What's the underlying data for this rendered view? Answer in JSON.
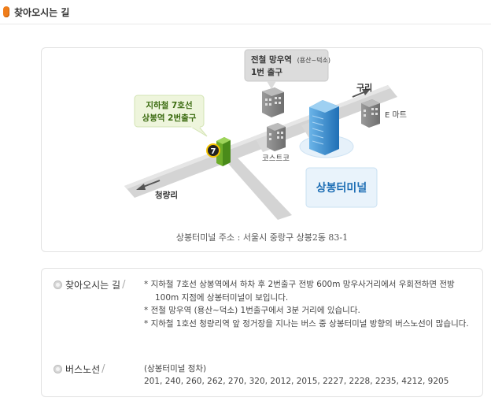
{
  "header": {
    "title": "찾아오시는 길"
  },
  "map": {
    "callout_subway7_line1": "지하철 7호선",
    "callout_subway7_line2": "상봉역 2번출구",
    "callout_rail_line1_main": "전철 망우역",
    "callout_rail_line1_small": "(용산~덕소)",
    "callout_rail_line2": "1번 출구",
    "station_number": "7",
    "label_guri": "구리",
    "label_emart": "E 마트",
    "label_costco": "코스트코",
    "label_cheongnyangni": "청량리",
    "terminal_label": "상봉터미널",
    "address": "상봉터미널 주소 : 서울시 중랑구 상봉2동 83-1"
  },
  "info": {
    "directions_label": "찾아오시는 길",
    "bus_label": "버스노선",
    "directions": [
      "* 지하철 7호선 상봉역에서 하차 후 2번출구 전방 600m  망우사거리에서 우회전하면 전방 100m 지점에 상봉터미널이 보입니다.",
      "* 전철 망우역 (용산~덕소) 1번출구에서 3분 거리에 있습니다.",
      "* 지하철 1호선 청량리역 앞 정거장을 지나는 버스 중 상봉터미널 방향의 버스노선이 많습니다."
    ],
    "bus_title": "(상봉터미널 정차)",
    "bus_routes": "201, 240, 260, 262, 270, 320, 2012, 2015, 2227, 2228, 2235, 4212, 9205"
  },
  "colors": {
    "accent_orange": "#ef7d1a",
    "terminal_blue": "#2b7fc4",
    "callout_green_bg": "#eef5dc",
    "road_gray": "#cfcfcf"
  }
}
